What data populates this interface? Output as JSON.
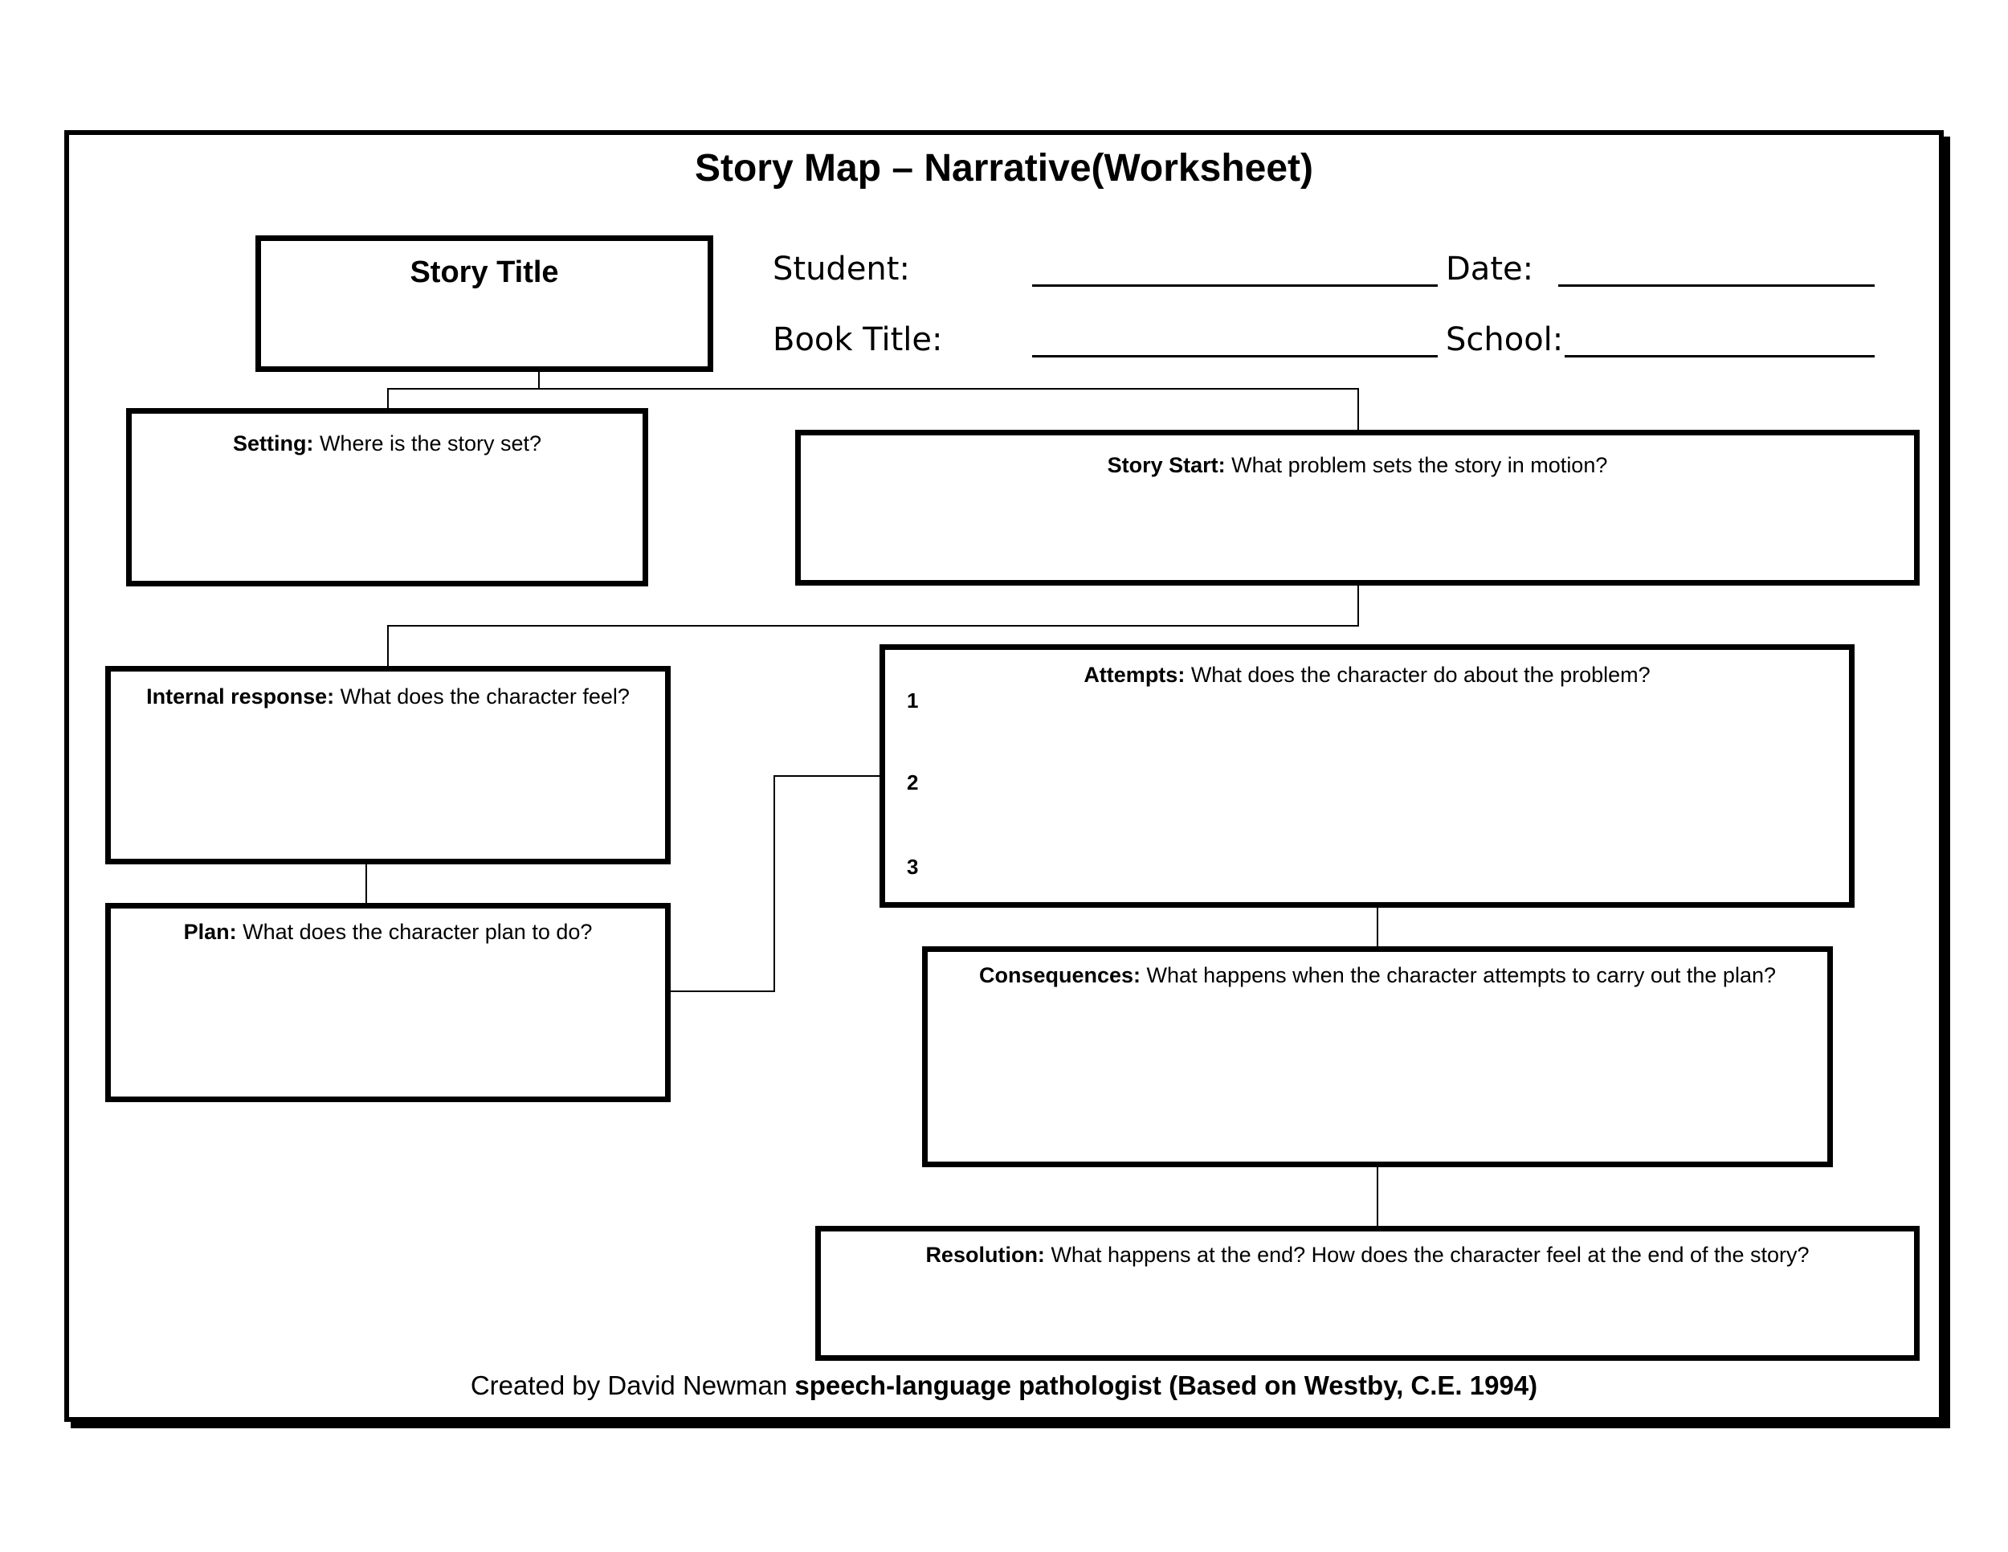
{
  "title": "Story Map – Narrative(Worksheet)",
  "story_title_box": {
    "label": "Story Title"
  },
  "fields": {
    "student": "Student:",
    "date": "Date:",
    "book_title": "Book Title:",
    "school": "School:"
  },
  "setting": {
    "label": "Setting:",
    "prompt": " Where is the story set?"
  },
  "story_start": {
    "label": "Story Start:",
    "prompt": "  What problem sets the story in motion?"
  },
  "internal_response": {
    "label": "Internal response:",
    "prompt": " What does the character feel?"
  },
  "attempts": {
    "label": "Attempts:",
    "prompt": "  What does the character do about the problem?",
    "numbers": [
      "1",
      "2",
      "3"
    ]
  },
  "plan": {
    "label": "Plan:",
    "prompt": " What does the character plan to do?"
  },
  "consequences": {
    "label": "Consequences:",
    "prompt": " What happens when the character attempts to carry out the plan?"
  },
  "resolution": {
    "label": "Resolution:",
    "prompt": " What happens at the end? How does the character feel at the end of the story?"
  },
  "footer": {
    "plain": "Created by David Newman ",
    "bold": "speech-language pathologist (Based on Westby, C.E. 1994)"
  }
}
